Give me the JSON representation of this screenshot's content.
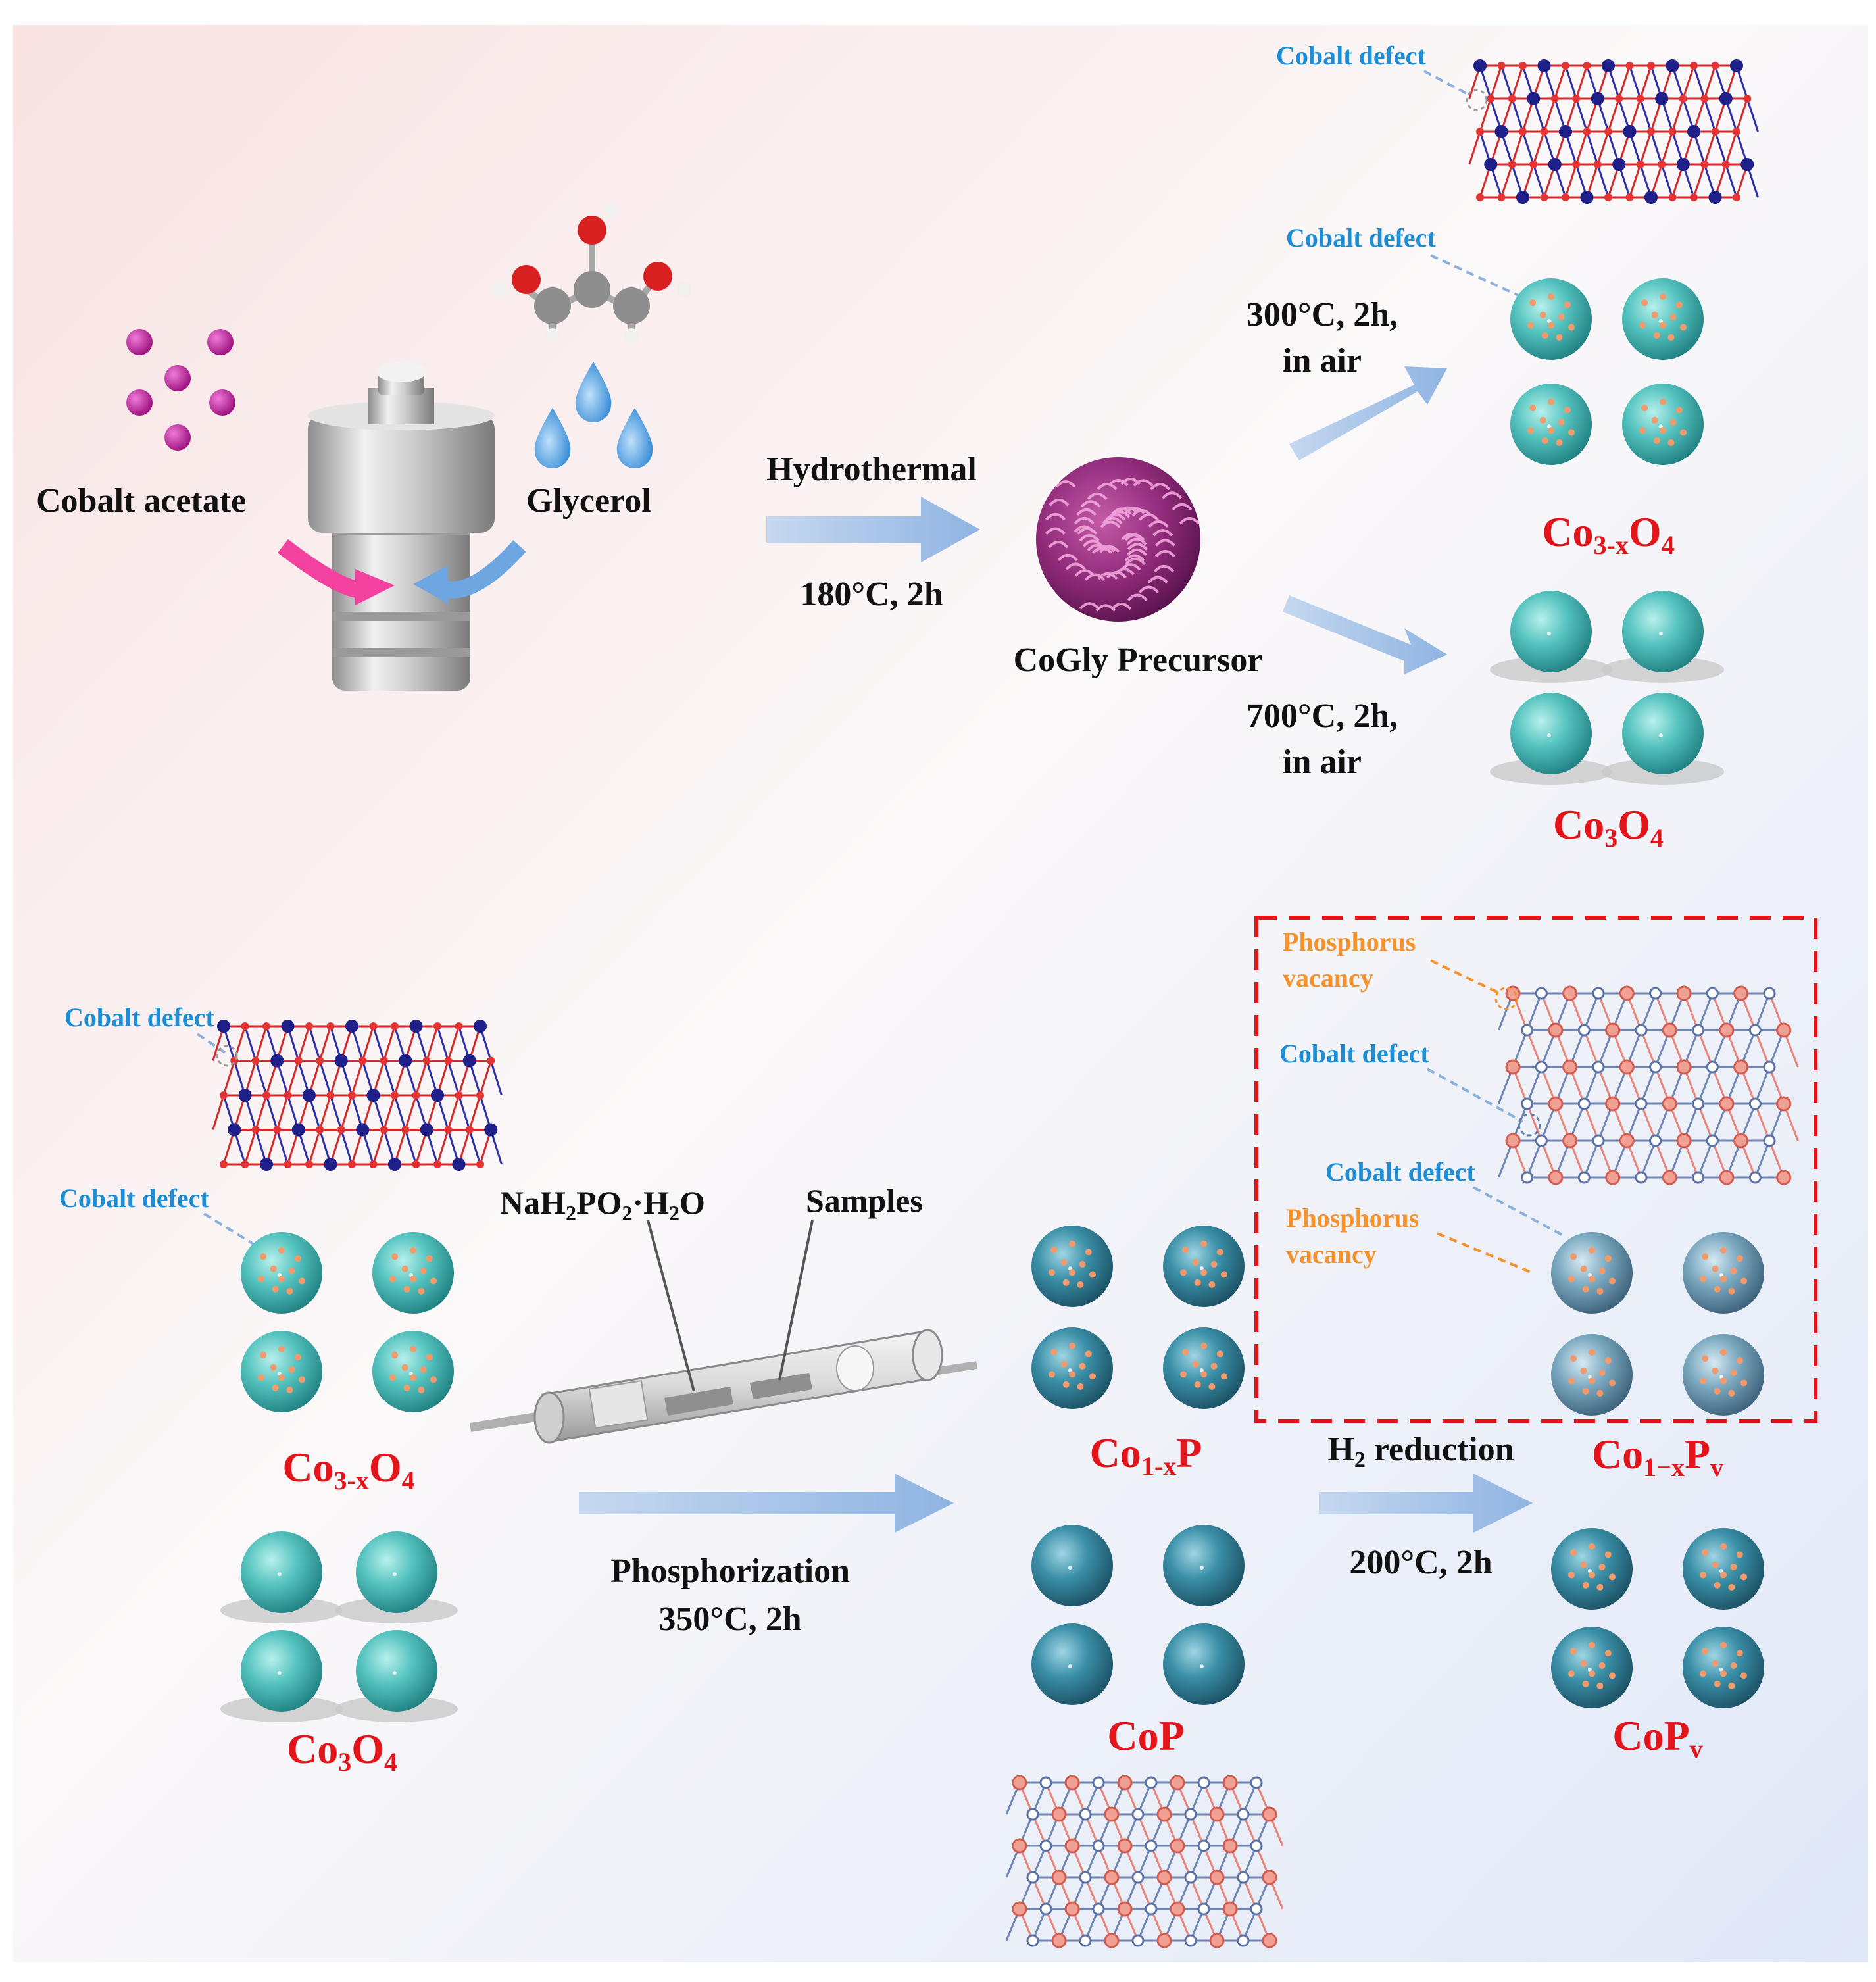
{
  "colors": {
    "title_red": "#e4141b",
    "defect_blue": "#1d8ed6",
    "vacancy_orange": "#f5912a",
    "sphere_teal": "#49b8b5",
    "sphere_dark_teal": "#2a7e96",
    "precursor_magenta": "#b01c8e",
    "arrow_light_blue": "#a7c7ea"
  },
  "synthesis": {
    "reagent_left": "Cobalt acetate",
    "reagent_right": "Glycerol",
    "step1": {
      "top": "Hydrothermal",
      "bottom": "180°C, 2h"
    },
    "precursor": "CoGly Precursor",
    "upper_branch": {
      "line1": "300°C, 2h,",
      "line2": "in air"
    },
    "lower_branch": {
      "line1": "700°C, 2h,",
      "line2": "in air"
    },
    "defect_label": "Cobalt defect",
    "product_defective": {
      "base": "Co",
      "sub": "3-x",
      "mid": "O",
      "sub2": "4"
    },
    "product_pristine": {
      "base": "Co",
      "sub": "3",
      "mid": "O",
      "sub2": "4"
    }
  },
  "phosphorization": {
    "defect_label": "Cobalt defect",
    "reagent": {
      "a": "NaH",
      "s1": "2",
      "b": "PO",
      "s2": "2",
      "c": "·H",
      "s3": "2",
      "d": "O"
    },
    "samples_label": "Samples",
    "step": {
      "line1": "Phosphorization",
      "line2": "350°C, 2h"
    },
    "input_defective": {
      "base": "Co",
      "sub": "3-x",
      "mid": "O",
      "sub2": "4"
    },
    "input_pristine": {
      "base": "Co",
      "sub": "3",
      "mid": "O",
      "sub2": "4"
    },
    "mid_defective": {
      "base": "Co",
      "sub": "1-x",
      "mid": "P"
    },
    "mid_pristine": "CoP",
    "reduction": {
      "a": "H",
      "s": "2",
      "b": " reduction",
      "bottom": "200°C, 2h"
    },
    "out_defective": {
      "base": "Co",
      "sub": "1−x",
      "mid": "P",
      "sub2": "v"
    },
    "out_pristine": {
      "base": "CoP",
      "sub": "v"
    },
    "vacancy_label": {
      "line1": "Phosphorus",
      "line2": "vacancy"
    }
  }
}
